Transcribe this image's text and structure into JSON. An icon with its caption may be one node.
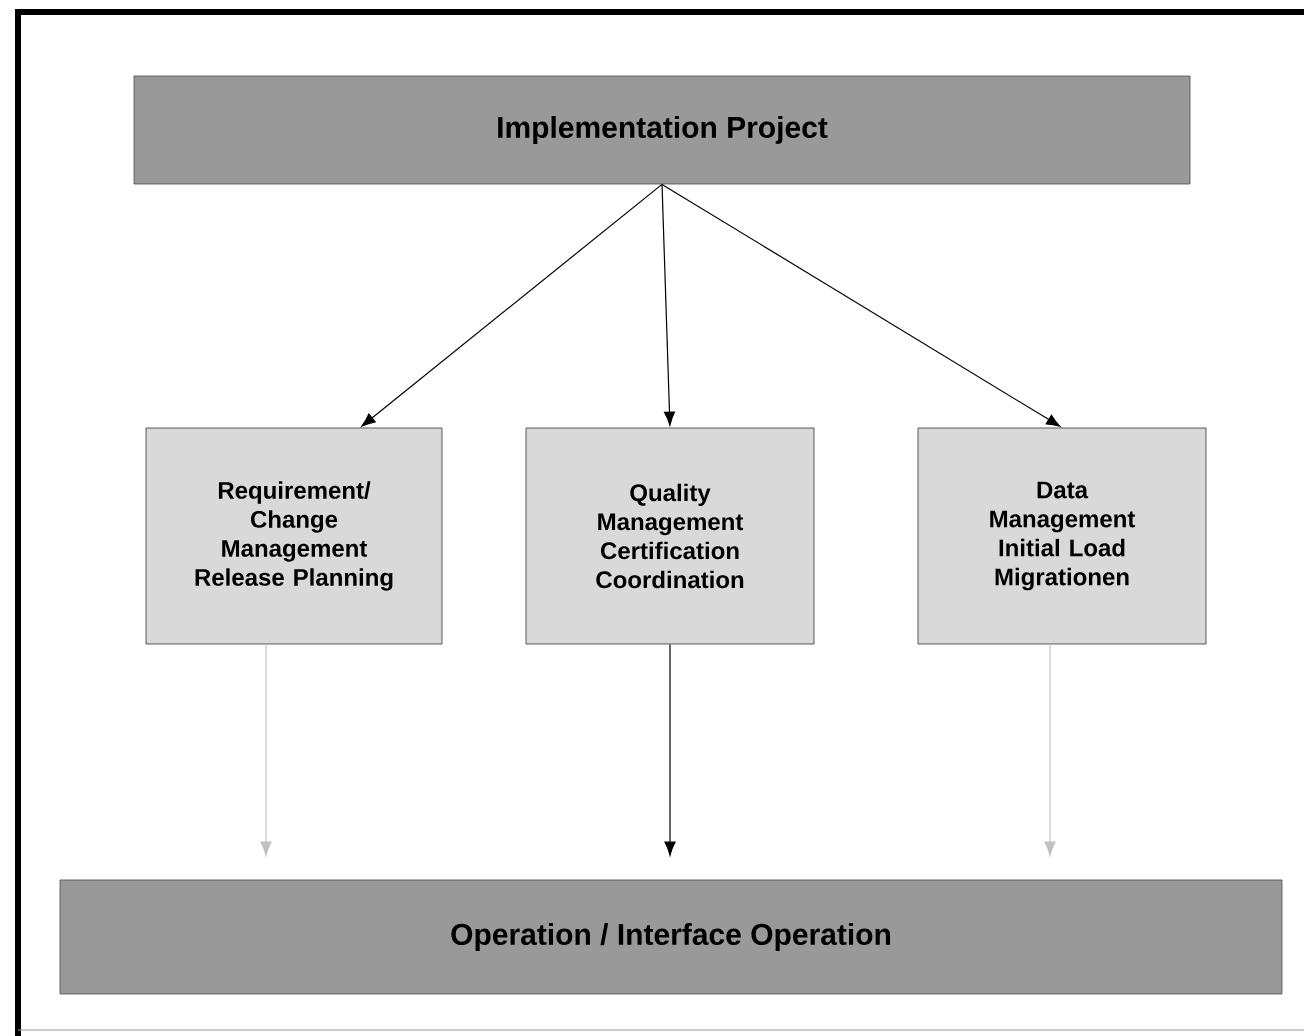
{
  "diagram": {
    "nodes": [
      {
        "text": [
          "Implementation Project"
        ]
      },
      {
        "text": [
          "Requirement/ Change Management Release Planning"
        ]
      },
      {
        "text": [
          "Quality Management Certification Coordination"
        ]
      },
      {
        "text": [
          "Data Management Initial Load Migrationen"
        ]
      },
      {
        "text": [
          "Operation / Interface Operation"
        ]
      }
    ],
    "edges": [
      {
        "from": 0,
        "to": 1,
        "arrow": "to"
      },
      {
        "from": 0,
        "to": 2,
        "arrow": "to"
      },
      {
        "from": 0,
        "to": 3,
        "arrow": "to"
      },
      {
        "from": 1,
        "to": 4,
        "arrow": "to",
        "color": "#c0c0c0"
      },
      {
        "from": 2,
        "to": 4,
        "arrow": "to"
      },
      {
        "from": 3,
        "to": 4,
        "arrow": "to",
        "color": "#c0c0c0"
      }
    ]
  }
}
